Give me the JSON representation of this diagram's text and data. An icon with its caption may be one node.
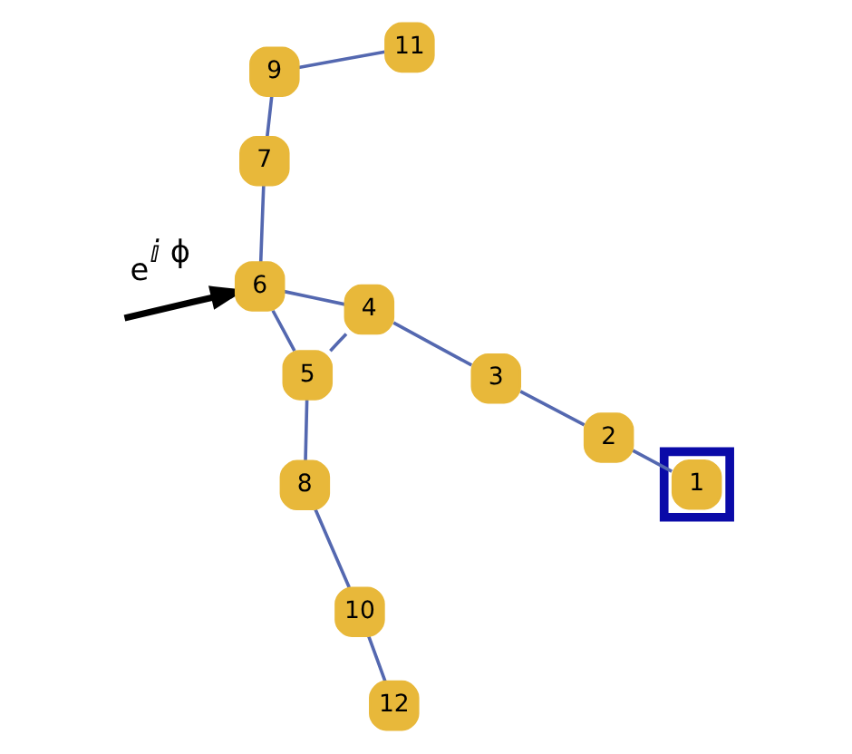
{
  "diagram": {
    "nodes": [
      {
        "text": [],
        "shape": "box"
      },
      {
        "text": [
          "1"
        ],
        "in": 0
      },
      {
        "text": [
          "2"
        ]
      },
      {
        "text": [
          "3"
        ]
      },
      {
        "text": [
          "4"
        ]
      },
      {
        "text": [
          "5"
        ]
      },
      {
        "text": [
          "6"
        ]
      },
      {
        "text": [
          "7"
        ]
      },
      {
        "text": [
          "8"
        ]
      },
      {
        "text": [
          "9"
        ]
      },
      {
        "text": [
          "10"
        ]
      },
      {
        "text": [
          "11"
        ]
      },
      {
        "text": [
          "12"
        ]
      }
    ],
    "edges": [
      {
        "from": 1,
        "to": 2,
        "arrow": "none"
      },
      {
        "from": 2,
        "to": 3,
        "arrow": "none"
      },
      {
        "from": 3,
        "to": 4,
        "arrow": "none"
      },
      {
        "from": 4,
        "to": 5,
        "arrow": "none"
      },
      {
        "from": 4,
        "to": 6,
        "arrow": "none"
      },
      {
        "from": 5,
        "to": 6,
        "arrow": "none"
      },
      {
        "from": 5,
        "to": 8,
        "arrow": "none"
      },
      {
        "from": 8,
        "to": 10,
        "arrow": "none"
      },
      {
        "from": 10,
        "to": 12,
        "arrow": "none"
      },
      {
        "from": 6,
        "to": 7,
        "arrow": "none"
      },
      {
        "from": 7,
        "to": 9,
        "arrow": "none"
      },
      {
        "from": 9,
        "to": 11,
        "arrow": "none"
      },
      {
        "from": null,
        "to": 6,
        "arrow": "to",
        "label": "e$^{ⅈ ϕ}$",
        "style": "thick",
        "color": "#000000"
      }
    ]
  }
}
